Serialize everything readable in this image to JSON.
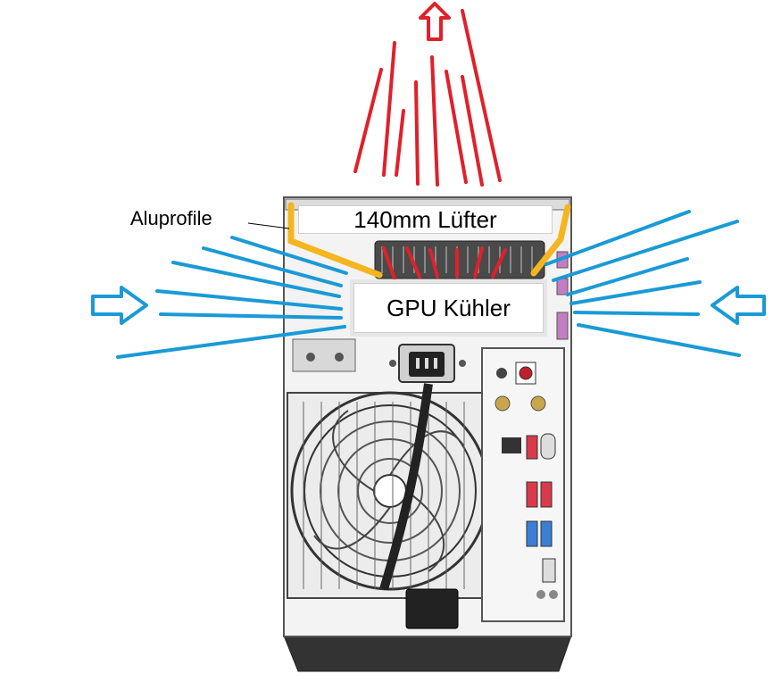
{
  "labels": {
    "fan": "140mm Lüfter",
    "gpu_cooler": "GPU Kühler",
    "aluprofile": "Aluprofile"
  },
  "colors": {
    "exhaust": "#e0202a",
    "intake": "#1a9ad6",
    "aluprofile": "#f5b51e",
    "case_dark": "#3a3a3a",
    "case_light": "#e8e8e8"
  },
  "icons": [
    "up-arrow-icon",
    "right-arrow-icon",
    "left-arrow-icon",
    "fan-icon",
    "power-socket-icon"
  ]
}
